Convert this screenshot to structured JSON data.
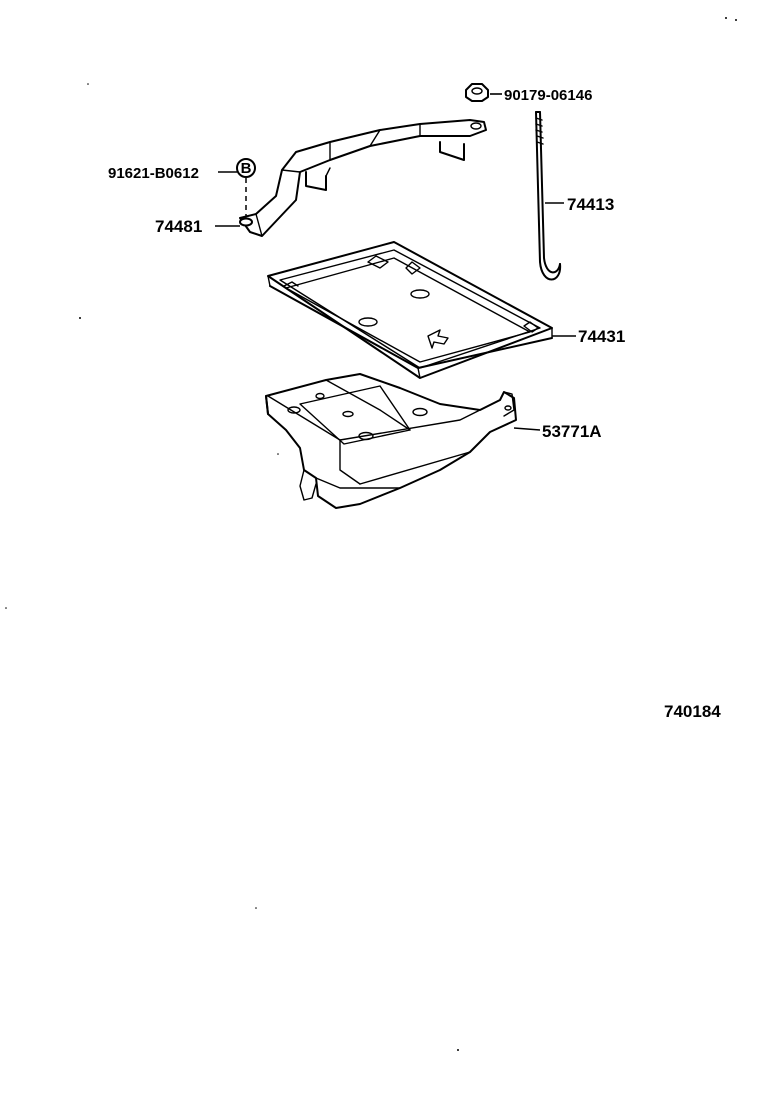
{
  "diagram": {
    "parts": {
      "hold_down_clamp": {
        "number": "74481"
      },
      "clamp_bolt": {
        "number": "91621-B0612",
        "callout_letter": "B"
      },
      "nut": {
        "number": "90179-06146"
      },
      "hook_rod": {
        "number": "74413"
      },
      "battery_tray": {
        "number": "74431"
      },
      "carrier_bracket": {
        "number": "53771A"
      }
    },
    "illustration_id": "740184"
  }
}
